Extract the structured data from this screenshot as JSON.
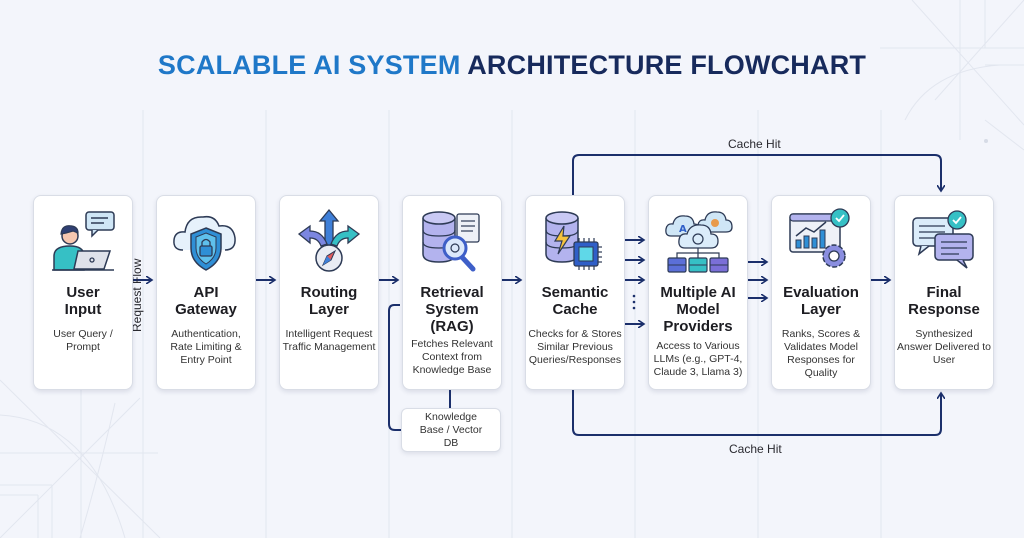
{
  "title": {
    "part1": "SCALABLE AI SYSTEM",
    "part2": "ARCHITECTURE FLOWCHART"
  },
  "colors": {
    "title_blue": "#1f78c8",
    "title_navy": "#172a5c",
    "arrow": "#1b2f6b",
    "background": "#f3f5fb"
  },
  "request_flow_label": "Request Flow",
  "cache_hit_top_label": "Cache Hit",
  "cache_hit_bottom_label": "Cache Hit",
  "knowledge_base": {
    "label": "Knowledge Base / Vector DB"
  },
  "stages": [
    {
      "name": "User Input",
      "desc": "User Query / Prompt",
      "icon": "user-laptop-icon"
    },
    {
      "name": "API Gateway",
      "desc": "Authentication, Rate Limiting & Entry Point",
      "icon": "cloud-shield-lock-icon"
    },
    {
      "name": "Routing Layer",
      "desc": "Intelligent Request Traffic Management",
      "icon": "routing-arrows-compass-icon"
    },
    {
      "name": "Retrieval System (RAG)",
      "desc": "Fetches Relevant Context from Knowledge Base",
      "icon": "database-search-icon"
    },
    {
      "name": "Semantic Cache",
      "desc": "Checks for & Stores Similar Previous Queries/Responses",
      "icon": "database-chip-icon"
    },
    {
      "name": "Multiple AI Model Providers",
      "desc": "Access to Various LLMs (e.g., GPT-4, Claude 3, Llama 3)",
      "icon": "cloud-providers-icon"
    },
    {
      "name": "Evaluation Layer",
      "desc": "Ranks, Scores & Validates Model Responses for Quality",
      "icon": "chart-gear-check-icon"
    },
    {
      "name": "Final Response",
      "desc": "Synthesized Answer Delivered to User",
      "icon": "chat-bubbles-check-icon"
    }
  ]
}
